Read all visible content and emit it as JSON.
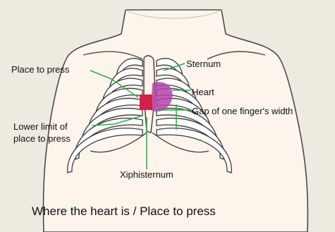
{
  "labels": {
    "place_to_press": "Place to press",
    "sternum": "Sternum",
    "heart": "Heart",
    "gap": "Gap of one finger's width",
    "lower_limit_line1": "Lower limit of",
    "lower_limit_line2": "place to press",
    "xiphisternum": "Xiphisternum"
  },
  "caption": "Where the heart is / Place to press",
  "colors": {
    "background": "#edeae0",
    "torso": "#fdf4ec",
    "outline": "#4a4a4a",
    "leader_lines": "#2fa84a",
    "press_area": "#d31f4a",
    "heart": "#b443a8"
  }
}
